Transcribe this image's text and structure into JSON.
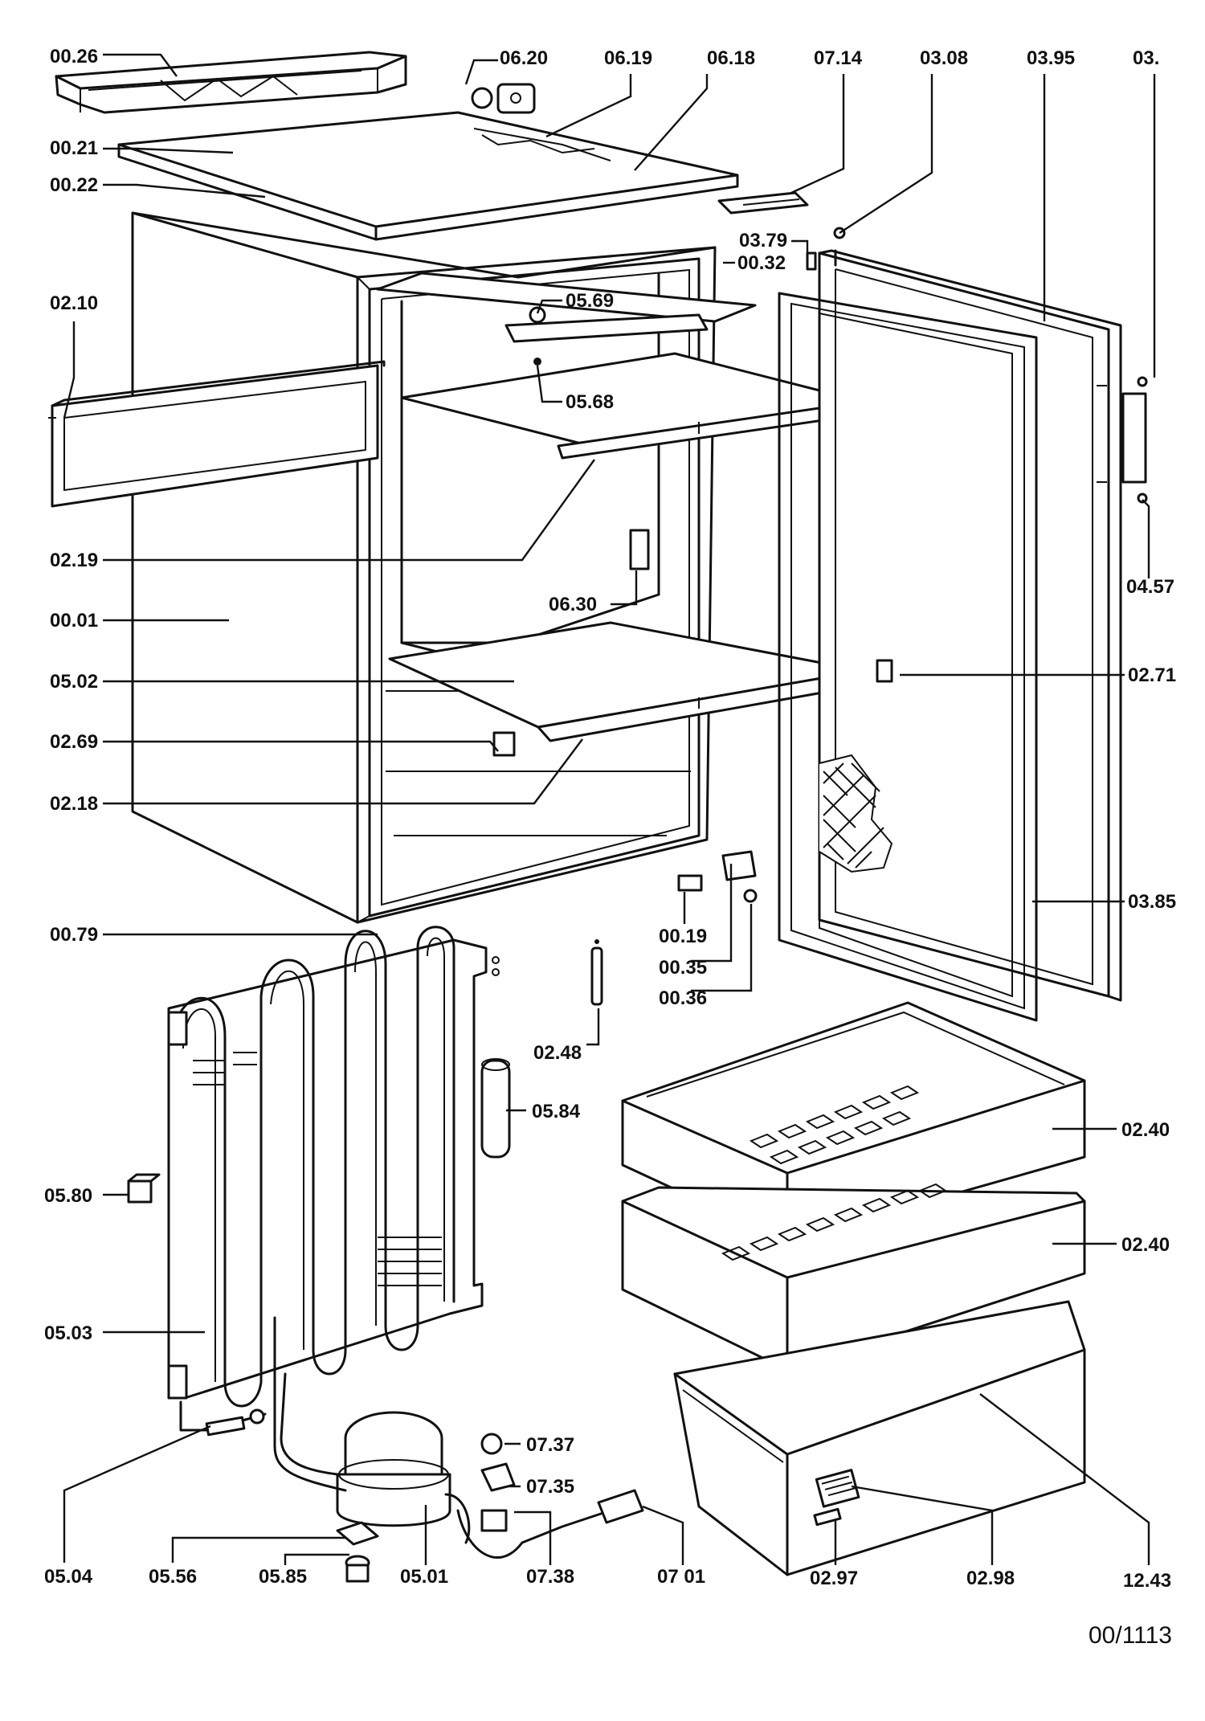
{
  "diagram": {
    "reference": "00/1113",
    "labels": {
      "p0026": "00.26",
      "p0620": "06.20",
      "p0619": "06.19",
      "p0618": "06.18",
      "p0714": "07.14",
      "p0308": "03.08",
      "p0395": "03.95",
      "p03": "03.",
      "p0021": "00.21",
      "p0022": "00.22",
      "p0379": "03.79",
      "p0032": "00.32",
      "p0210": "02.10",
      "p0569": "05.69",
      "p0568": "05.68",
      "p0457": "04.57",
      "p0219": "02.19",
      "p0630": "06.30",
      "p0001": "00.01",
      "p0502": "05.02",
      "p0271": "02.71",
      "p0269": "02.69",
      "p0218": "02.18",
      "p0385": "03.85",
      "p0079": "00.79",
      "p0019": "00.19",
      "p0035": "00.35",
      "p0036": "00.36",
      "p0248": "02.48",
      "p0584": "05.84",
      "p0240a": "02.40",
      "p0240b": "02.40",
      "p0580": "05.80",
      "p0503": "05.03",
      "p0737": "07.37",
      "p0735": "07.35",
      "p0504": "05.04",
      "p0556": "05.56",
      "p0585": "05.85",
      "p0501": "05.01",
      "p0738": "07.38",
      "p0701": "07 01",
      "p0297": "02.97",
      "p0298": "02.98",
      "p1243": "12.43"
    }
  }
}
